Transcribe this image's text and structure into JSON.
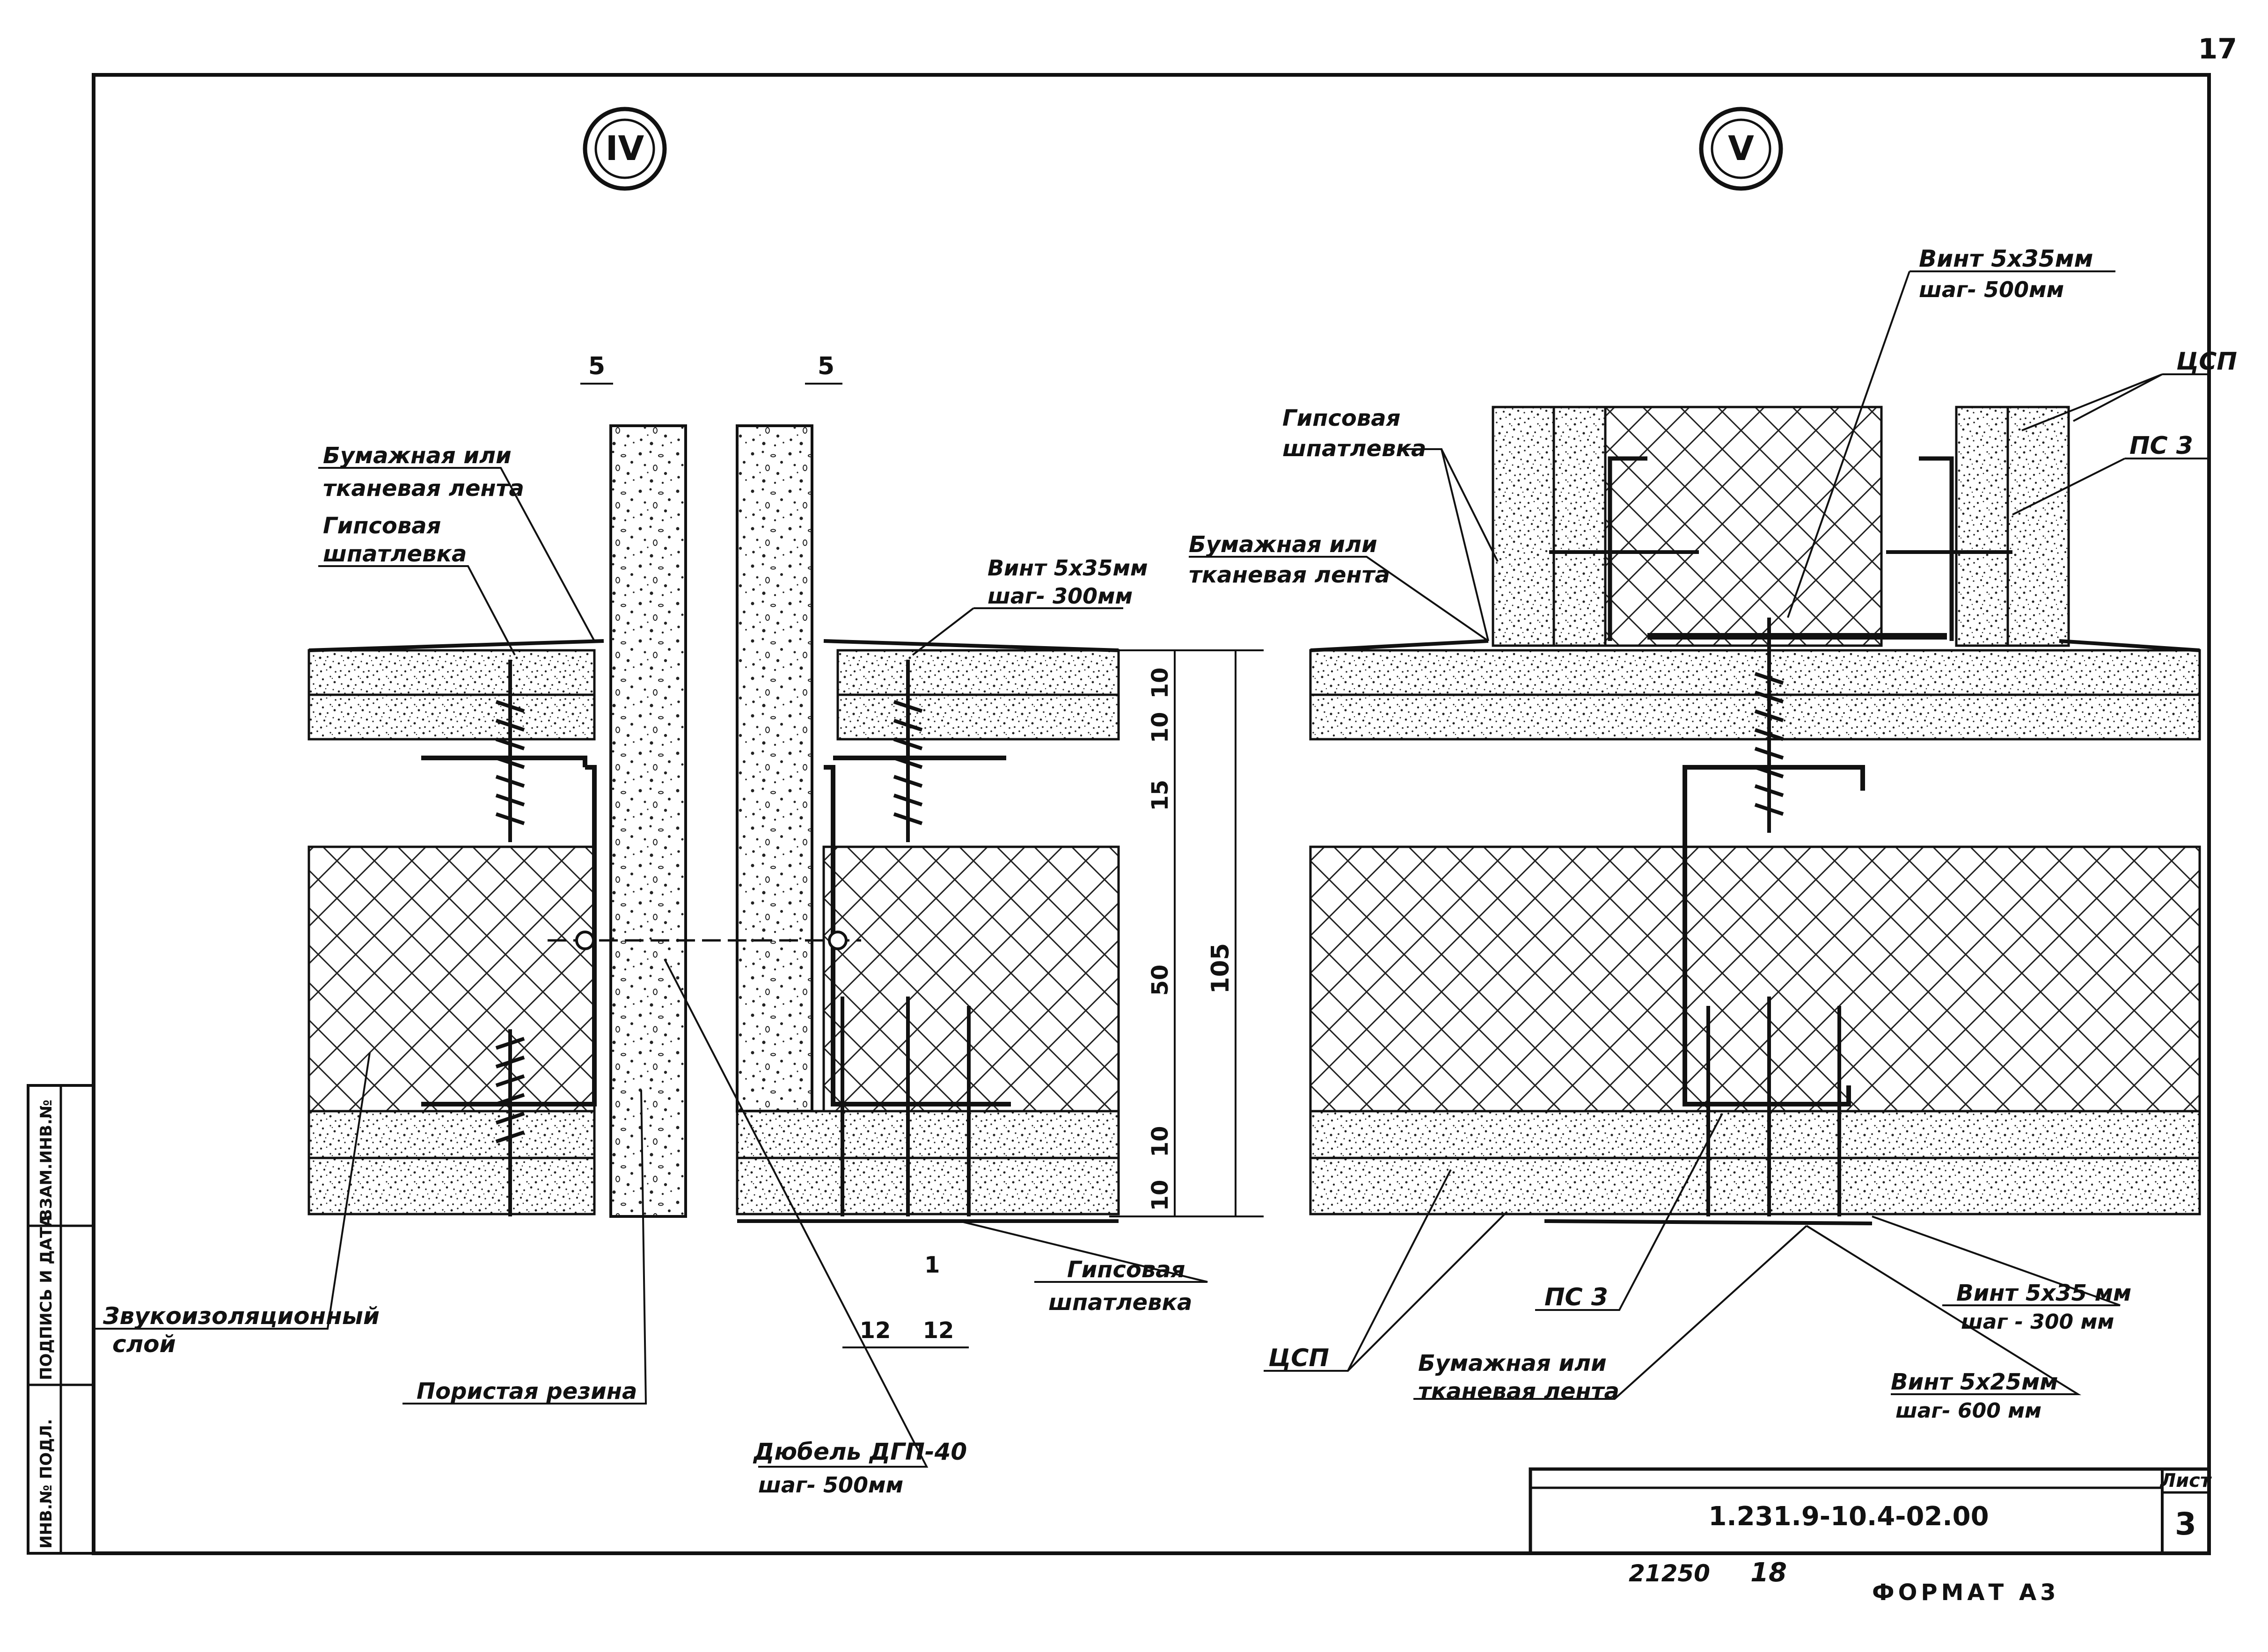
{
  "page_number": "17",
  "views": [
    {
      "mark": "IV"
    },
    {
      "mark": "V"
    }
  ],
  "labels_IV": {
    "tape_l1": "Бумажная или",
    "tape_l2": "тканевая лента",
    "putty_l1": "Гипсовая",
    "putty_l2": "шпатлевка",
    "screw_l1": "Винт 5x35мм",
    "screw_l2": "шаг- 300мм",
    "sound_l1": "Звукоизоляционный",
    "sound_l2": "слой",
    "rubber": "Пористая резина",
    "dowel_l1": "Дюбель ДГП-40",
    "dowel_l2": "шаг- 500мм",
    "putty2_l1": "Гипсовая",
    "putty2_l2": "шпатлевка"
  },
  "labels_V": {
    "screw_top_l1": "Винт 5x35мм",
    "screw_top_l2": "шаг- 500мм",
    "csp_top": "ЦСП",
    "ps3_top": "ПС 3",
    "putty_l1": "Гипсовая",
    "putty_l2": "шпатлевка",
    "tape_l1": "Бумажная или",
    "tape_l2": "тканевая лента",
    "ps3_bottom": "ПС 3",
    "csp_bottom": "ЦСП",
    "tape2_l1": "Бумажная или",
    "tape2_l2": "тканевая лента",
    "screw2_l1": "Винт 5x35 мм",
    "screw2_l2": "шаг - 300 мм",
    "screw3_l1": "Винт 5x25мм",
    "screw3_l2": "шаг- 600 мм"
  },
  "dimensions": {
    "gap_left": "5",
    "gap_right": "5",
    "d10a": "10",
    "d10b": "10",
    "d15": "15",
    "d50": "50",
    "d10c": "10",
    "d10d": "10",
    "total": "105",
    "d1": "1",
    "d12a": "12",
    "d12b": "12"
  },
  "stamp": {
    "col1": "ИНВ.№ ПОДЛ.",
    "col2": "ПОДПИСЬ И ДАТА",
    "col3": "ВЗАМ.ИНВ.№"
  },
  "title_block": {
    "code": "1.231.9-10.4-02.00",
    "sheet_label": "Лист",
    "sheet_number": "3"
  },
  "footer": {
    "archive": "21250",
    "num": "18",
    "format": "ФОРМАТ А3"
  }
}
